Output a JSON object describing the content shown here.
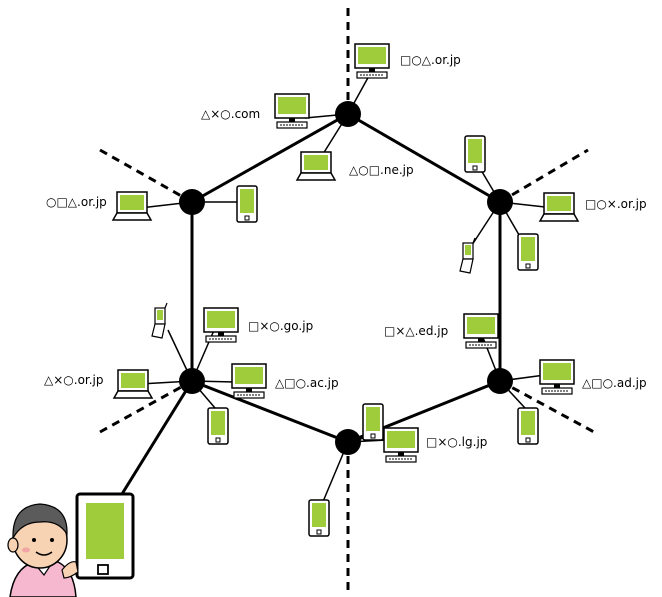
{
  "colors": {
    "screen": "#9fcc3b",
    "line": "#000000",
    "device_fill": "#ffffff",
    "skin": "#f7d3b4",
    "shirt": "#f5b8cf",
    "hair": "#5b5b5b"
  },
  "domains": {
    "top": "□○△.or.jp",
    "top_left": "△×○.com",
    "upper_center": "△○□.ne.jp",
    "left": "○□△.or.jp",
    "right": "□○×.or.jp",
    "mid_left": "□×○.go.jp",
    "mid_right": "□×△.ed.jp",
    "lower_left_a": "△×○.or.jp",
    "lower_left_b": "△□○.ac.jp",
    "lower_right": "△□○.ad.jp",
    "bottom": "□×○.lg.jp"
  },
  "icons": [
    "router-node",
    "desktop-computer-icon",
    "laptop-icon",
    "smartphone-icon",
    "mobile-phone-icon",
    "person-icon"
  ]
}
